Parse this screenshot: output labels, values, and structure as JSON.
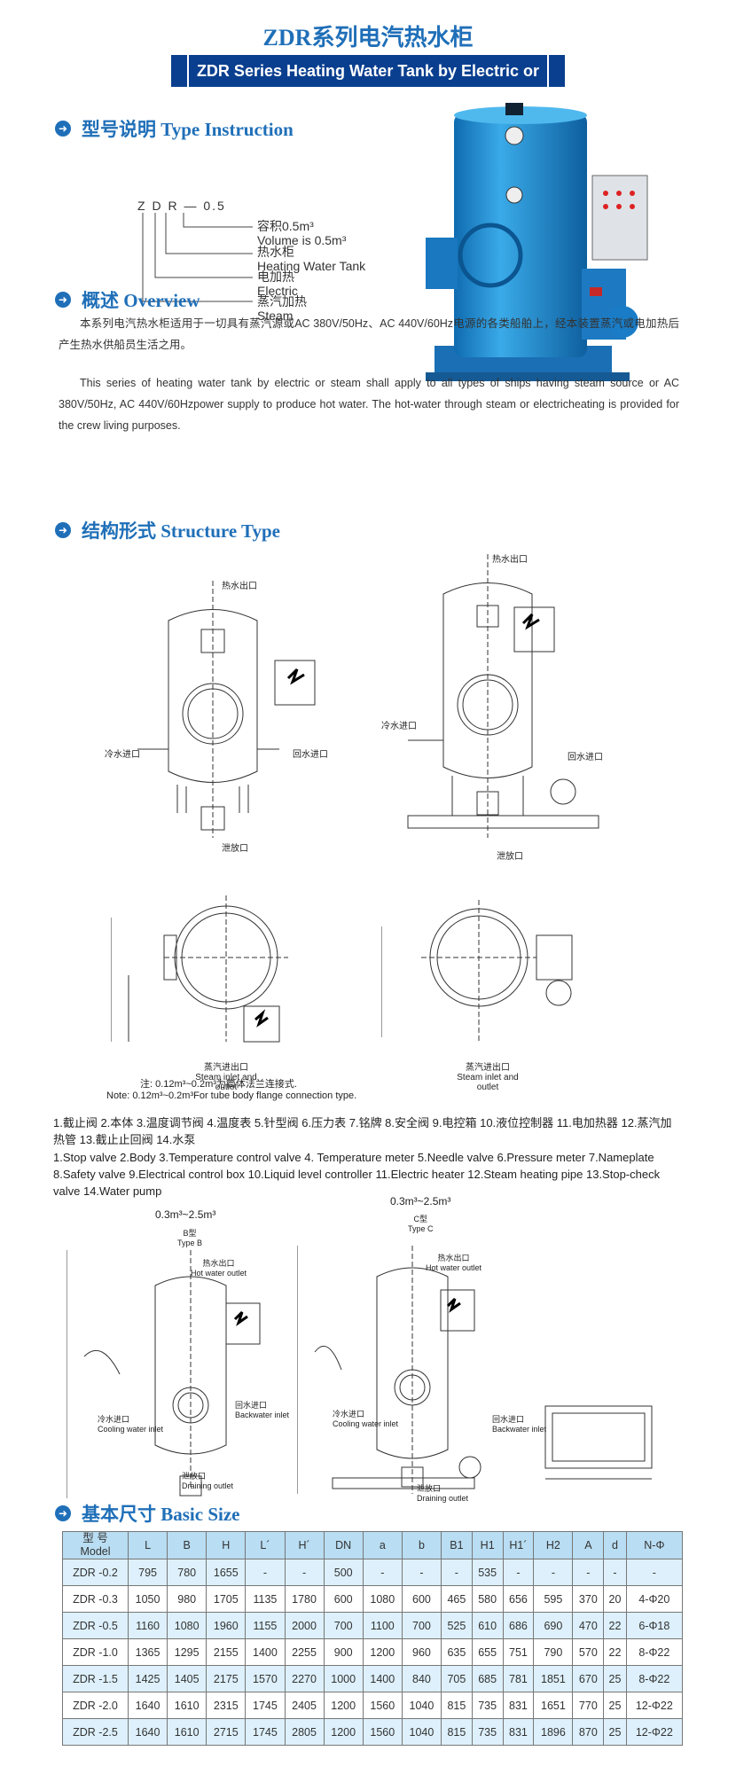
{
  "header": {
    "title": "ZDR系列电汽热水柜",
    "subtitle": "ZDR Series Heating Water Tank by Electric or Steam"
  },
  "type_instruction": {
    "title": "型号说明 Type Instruction",
    "code": "Z D R — 0.5",
    "items": [
      {
        "zh": "容积0.5m³",
        "en": "Volume is 0.5m³"
      },
      {
        "zh": "热水柜",
        "en": "Heating Water Tank"
      },
      {
        "zh": "电加热",
        "en": "Electric"
      },
      {
        "zh": "蒸汽加热",
        "en": "Steam"
      }
    ]
  },
  "overview": {
    "title": "概述  Overview",
    "text_zh": "本系列电汽热水柜适用于一切具有蒸汽源或AC 380V/50Hz、AC 440V/60Hz电源的各类船舶上，经本装置蒸汽或电加热后产生热水供船员生活之用。",
    "text_en": "This series of heating water tank by electric or steam shall apply to all types of ships having steam source or AC 380V/50Hz, AC 440V/60Hzpower supply to produce hot water. The hot-water through steam or electricheating is provided for the crew living purposes."
  },
  "structure": {
    "title": "结构形式 Structure Type",
    "labels": {
      "hot_outlet": "热水出口",
      "cold_inlet": "冷水进口",
      "back_inlet": "回水进口",
      "drain": "泄放口",
      "steam_zh": "蒸汽进出口",
      "steam_en": "Steam inlet and outlet",
      "hot_outlet_en": "Hot water outlet",
      "cooling_inlet_en": "Cooling water inlet",
      "backwater_inlet_en": "Backwater inlet",
      "draining_outlet_en": "Draining outlet",
      "type_b": "B型",
      "type_b_en": "Type B",
      "type_c": "C型",
      "type_c_en": "Type C",
      "range_b": "0.3m³~2.5m³",
      "range_c": "0.3m³~2.5m³"
    },
    "note_zh": "注: 0.12m³~0.2m³为筒体法兰连接式.",
    "note_en": "Note: 0.12m³~0.2m³For tube body flange connection type.",
    "parts_zh": "1.截止阀 2.本体 3.温度调节阀 4.温度表 5.针型阀 6.压力表 7.铭牌 8.安全阀 9.电控箱 10.液位控制器 11.电加热器 12.蒸汽加热管 13.截止止回阀 14.水泵",
    "parts_en": "1.Stop valve 2.Body 3.Temperature control valve 4. Temperature meter 5.Needle valve 6.Pressure meter 7.Nameplate 8.Safety valve 9.Electrical control box 10.Liquid level controller 11.Electric heater 12.Steam heating pipe 13.Stop-check valve 14.Water pump"
  },
  "basic_size": {
    "title": "基本尺寸 Basic Size",
    "model_header_zh": "型 号",
    "model_header_en": "Model",
    "headers": [
      "L",
      "B",
      "H",
      "L´",
      "H´",
      "DN",
      "a",
      "b",
      "B1",
      "H1",
      "H1´",
      "H2",
      "A",
      "d",
      "N-Φ"
    ],
    "rows": [
      [
        "ZDR -0.2",
        "795",
        "780",
        "1655",
        "-",
        "-",
        "500",
        "-",
        "-",
        "-",
        "535",
        "-",
        "-",
        "-",
        "-",
        "-"
      ],
      [
        "ZDR -0.3",
        "1050",
        "980",
        "1705",
        "1135",
        "1780",
        "600",
        "1080",
        "600",
        "465",
        "580",
        "656",
        "595",
        "370",
        "20",
        "4-Φ20"
      ],
      [
        "ZDR -0.5",
        "1160",
        "1080",
        "1960",
        "1155",
        "2000",
        "700",
        "1100",
        "700",
        "525",
        "610",
        "686",
        "690",
        "470",
        "22",
        "6-Φ18"
      ],
      [
        "ZDR -1.0",
        "1365",
        "1295",
        "2155",
        "1400",
        "2255",
        "900",
        "1200",
        "960",
        "635",
        "655",
        "751",
        "790",
        "570",
        "22",
        "8-Φ22"
      ],
      [
        "ZDR -1.5",
        "1425",
        "1405",
        "2175",
        "1570",
        "2270",
        "1000",
        "1400",
        "840",
        "705",
        "685",
        "781",
        "1851",
        "670",
        "25",
        "8-Φ22"
      ],
      [
        "ZDR -2.0",
        "1640",
        "1610",
        "2315",
        "1745",
        "2405",
        "1200",
        "1560",
        "1040",
        "815",
        "735",
        "831",
        "1651",
        "770",
        "25",
        "12-Φ22"
      ],
      [
        "ZDR -2.5",
        "1640",
        "1610",
        "2715",
        "1745",
        "2805",
        "1200",
        "1560",
        "1040",
        "815",
        "735",
        "831",
        "1896",
        "870",
        "25",
        "12-Φ22"
      ]
    ]
  },
  "colors": {
    "brand_blue": "#1f6fb8",
    "banner": "#0a3f8f",
    "tank_blue": "#1e8fd6",
    "table_head": "#b9ddf2"
  }
}
